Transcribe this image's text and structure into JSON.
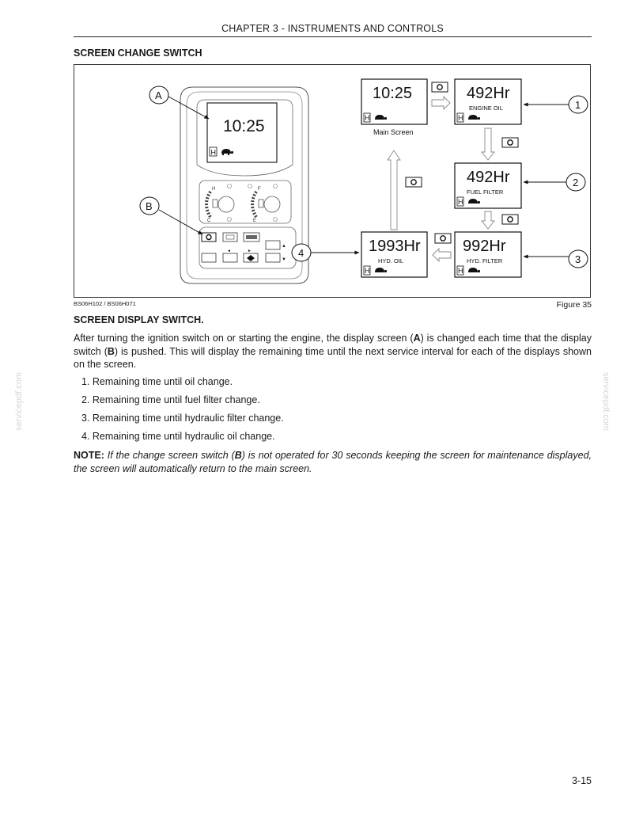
{
  "header": {
    "title": "CHAPTER 3 - INSTRUMENTS AND CONTROLS"
  },
  "section_heading": "SCREEN CHANGE SWITCH",
  "figure": {
    "callouts": {
      "a": "A",
      "b": "B",
      "one": "1",
      "two": "2",
      "three": "3",
      "four": "4"
    },
    "panel_display_time": "10:25",
    "panel_mode_letter": "H",
    "panel_gauge_letters": {
      "h": "H",
      "c": "C",
      "f": "F",
      "e": "E"
    },
    "panel_arrow_up": "▲",
    "panel_arrow_down": "▼",
    "panel_arrow_left": "◄",
    "panel_arrow_right": "►",
    "screens": {
      "main": {
        "value": "10:25",
        "mode": "H",
        "caption": "Main Screen"
      },
      "engine_oil": {
        "value": "492Hr",
        "label": "ENGINE OIL",
        "mode": "H"
      },
      "fuel_filter": {
        "value": "492Hr",
        "label": "FUEL FILTER",
        "mode": "H"
      },
      "hyd_filter": {
        "value": "992Hr",
        "label": "HYD. FILTER",
        "mode": "H"
      },
      "hyd_oil": {
        "value": "1993Hr",
        "label": "HYD. OIL",
        "mode": "H"
      }
    },
    "code": "BS06H102 / BS06H071",
    "label": "Figure 35"
  },
  "subheading": "SCREEN DISPLAY SWITCH.",
  "body": {
    "part1": "After turning the ignition switch on or starting the engine, the display screen (",
    "bold_a": "A",
    "part2": ") is changed each time that the display switch (",
    "bold_b": "B",
    "part3": ") is pushed. This will display the remaining time until the next service interval for each of the displays shown on the screen."
  },
  "list": [
    "1. Remaining time until oil change.",
    "2. Remaining time until fuel filter change.",
    "3. Remaining time until hydraulic filter change.",
    "4. Remaining time until hydraulic oil change."
  ],
  "note": {
    "label": "NOTE:",
    "part1": "If the change screen switch (",
    "bold_b": "B",
    "part2": ") is not operated for 30 seconds keeping the screen for maintenance displayed, the screen will automatically return to the main screen."
  },
  "watermark": "servicepdf.com",
  "page_number": "3-15"
}
